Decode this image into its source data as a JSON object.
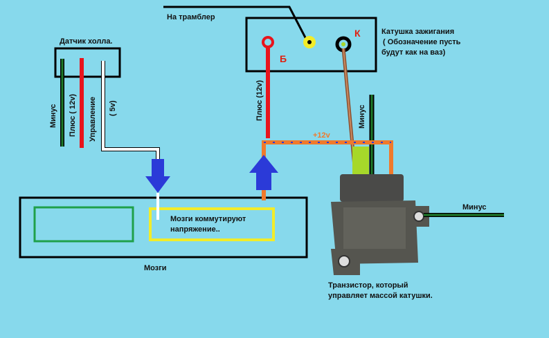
{
  "labels": {
    "distributor": "На трамблер",
    "hall_sensor": "Датчик холла.",
    "hall_minus": "Минус",
    "hall_plus": "Плюс ( 12v)",
    "hall_control": "Управление",
    "hall_5v": "( 5v)",
    "coil_title": "Катушка зажигания",
    "coil_note_1": "( Обозначение пусть",
    "coil_note_2": "будут как на ваз)",
    "terminal_b": "Б",
    "terminal_k": "К",
    "coil_plus": "Плюс (12v)",
    "transistor_minus": "Минус",
    "plus_12v": "+12v",
    "minus_right": "Минус",
    "brain_switch_1": "Мозги коммутируют",
    "brain_switch_2": "напряжение..",
    "brain": "Мозги",
    "transistor_1": "Транзистор, который",
    "transistor_2": "управляет массой катушки."
  },
  "colors": {
    "background": "#87d9ec",
    "black_wire": "#000000",
    "red_wire": "#e8141c",
    "white_wire": "#ffffff",
    "green_wire": "#1e7a2a",
    "orange_wire": "#f07a2c",
    "brown_wire": "#b06a40",
    "blue_arrow": "#2b3ad8",
    "yellow_box": "#f2ec2a",
    "green_box": "#1fa04a",
    "lime_connector": "#a6d82a"
  }
}
